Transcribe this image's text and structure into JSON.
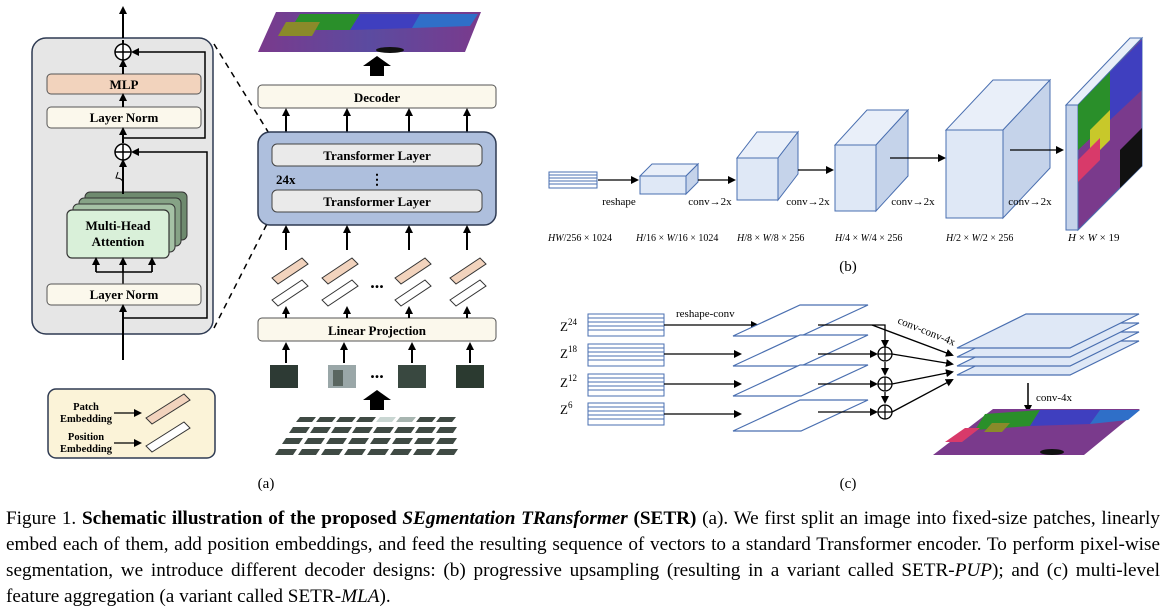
{
  "panel_a": {
    "mlp": "MLP",
    "layer_norm": "Layer Norm",
    "mha_line1": "Multi-Head",
    "mha_line2": "Attention",
    "decoder": "Decoder",
    "transformer_layer": "Transformer Layer",
    "repeat": "24x",
    "linear_projection": "Linear Projection",
    "ellipsis": "...",
    "patch_embedding_1": "Patch",
    "patch_embedding_2": "Embedding",
    "position_embedding_1": "Position",
    "position_embedding_2": "Embedding",
    "label": "(a)"
  },
  "panel_b": {
    "reshape": "reshape",
    "conv": "conv→2x",
    "dim_0": "HW/256 × 1024",
    "dim_1": "H/16 × W/16 × 1024",
    "dim_2": "H/8 × W/8 × 256",
    "dim_3": "H/4 × W/4 × 256",
    "dim_4": "H/2 × W/2 × 256",
    "dim_5": "H × W × 19",
    "label": "(b)"
  },
  "panel_c": {
    "z24": "Z",
    "z24_sup": "24",
    "z18": "Z",
    "z18_sup": "18",
    "z12": "Z",
    "z12_sup": "12",
    "z6": "Z",
    "z6_sup": "6",
    "reshape_conv": "reshape-conv",
    "conv_conv_4x": "conv-conv-4x",
    "conv_4x": "conv-4x",
    "label": "(c)"
  },
  "caption": {
    "prefix": "Figure 1. ",
    "bold": "Schematic illustration of the proposed ",
    "bold_italic": "SEgmentation TRansformer",
    "bold_suffix": " (SETR)",
    "text1": " (a). We first split an image into fixed-size patches, linearly embed each of them, add position embeddings, and feed the resulting sequence of vectors to a standard Transformer encoder. To perform pixel-wise segmentation, we introduce different decoder designs: (b) progressive upsampling (resulting in a variant called SETR-",
    "pup": "PUP",
    "text2": "); and (c) multi-level feature aggregation (a variant called SETR-",
    "mla": "MLA",
    "text3": ")."
  }
}
